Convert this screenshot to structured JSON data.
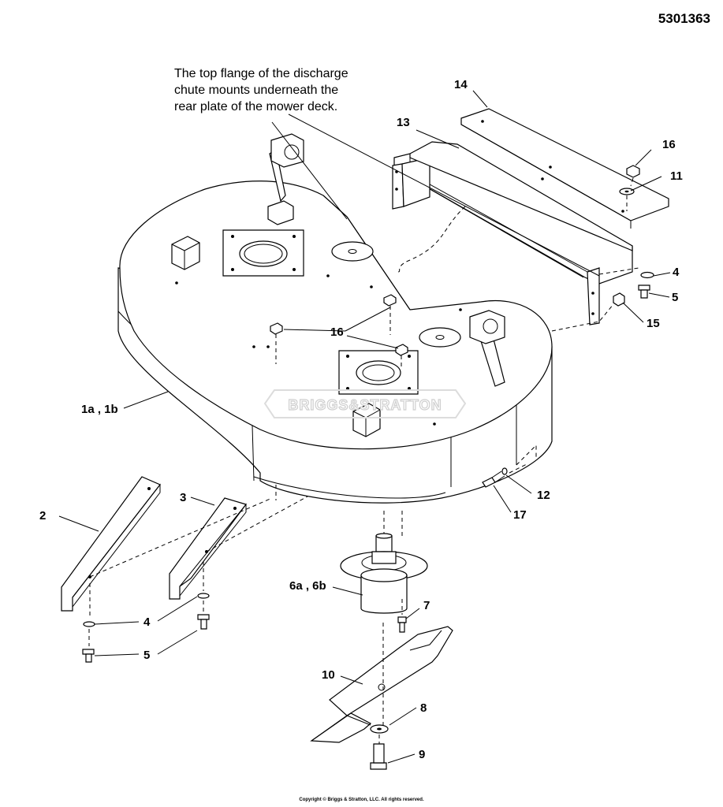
{
  "part_number": "5301363",
  "note": {
    "lines": [
      "The top flange of the discharge",
      "chute mounts underneath the",
      "rear plate of the mower deck."
    ]
  },
  "watermark": "BRIGGS&STRATTON",
  "callouts": {
    "c1": "1a , 1b",
    "c2": "2",
    "c3": "3",
    "c4a": "4",
    "c4b": "4",
    "c5a": "5",
    "c5b": "5",
    "c6": "6a , 6b",
    "c7": "7",
    "c8": "8",
    "c9": "9",
    "c10": "10",
    "c11": "11",
    "c12": "12",
    "c13": "13",
    "c14": "14",
    "c15": "15",
    "c16a": "16",
    "c16b": "16",
    "c17": "17"
  },
  "copyright": "Copyright © Briggs & Stratton, LLC. All rights reserved."
}
